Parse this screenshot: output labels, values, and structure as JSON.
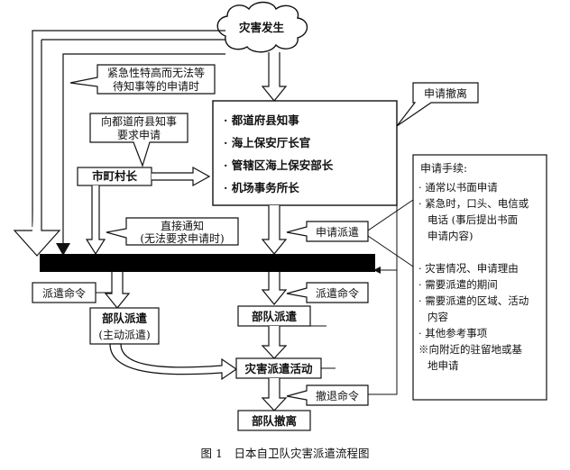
{
  "cloud": {
    "label": "灾害发生"
  },
  "callouts": {
    "urgent": [
      "紧急性特高而无法等",
      "待知事等的申请时"
    ],
    "prefecture_request": [
      "向都道府县知事",
      "要求申请"
    ],
    "direct_notice": [
      "直接通知",
      "(无法要求申请时)"
    ],
    "evacuation_request": "申请撤离",
    "dispatch_request": "申请派遣",
    "dispatch_order_left": "派遣命令",
    "dispatch_order_mid": "派遣命令",
    "withdraw_order": "撤退命令"
  },
  "authorities": {
    "items": [
      "· 都道府县知事",
      "· 海上保安厅长官",
      "· 管辖区海上保安部长",
      "· 机场事务所长"
    ]
  },
  "municipal_head": "市町村长",
  "unit_dispatch_voluntary": [
    "部队派遣",
    "(主动派遣)"
  ],
  "unit_dispatch": "部队派遣",
  "disaster_activity": "灾害派遣活动",
  "unit_withdraw": "部队撤离",
  "procedure": {
    "title": "申请手续:",
    "lines": [
      "· 通常以书面申请",
      "· 紧急时，口头、电信或",
      "电话 (事后提出书面",
      "申请内容)",
      "",
      "· 灾害情况、申请理由",
      "· 需要派遣的期间",
      "· 需要派遣的区域、活动",
      "内容",
      "· 其他参考事项",
      "※向附近的驻留地或基",
      "地申请"
    ]
  },
  "caption": "图 1　日本自卫队灾害派遣流程图"
}
